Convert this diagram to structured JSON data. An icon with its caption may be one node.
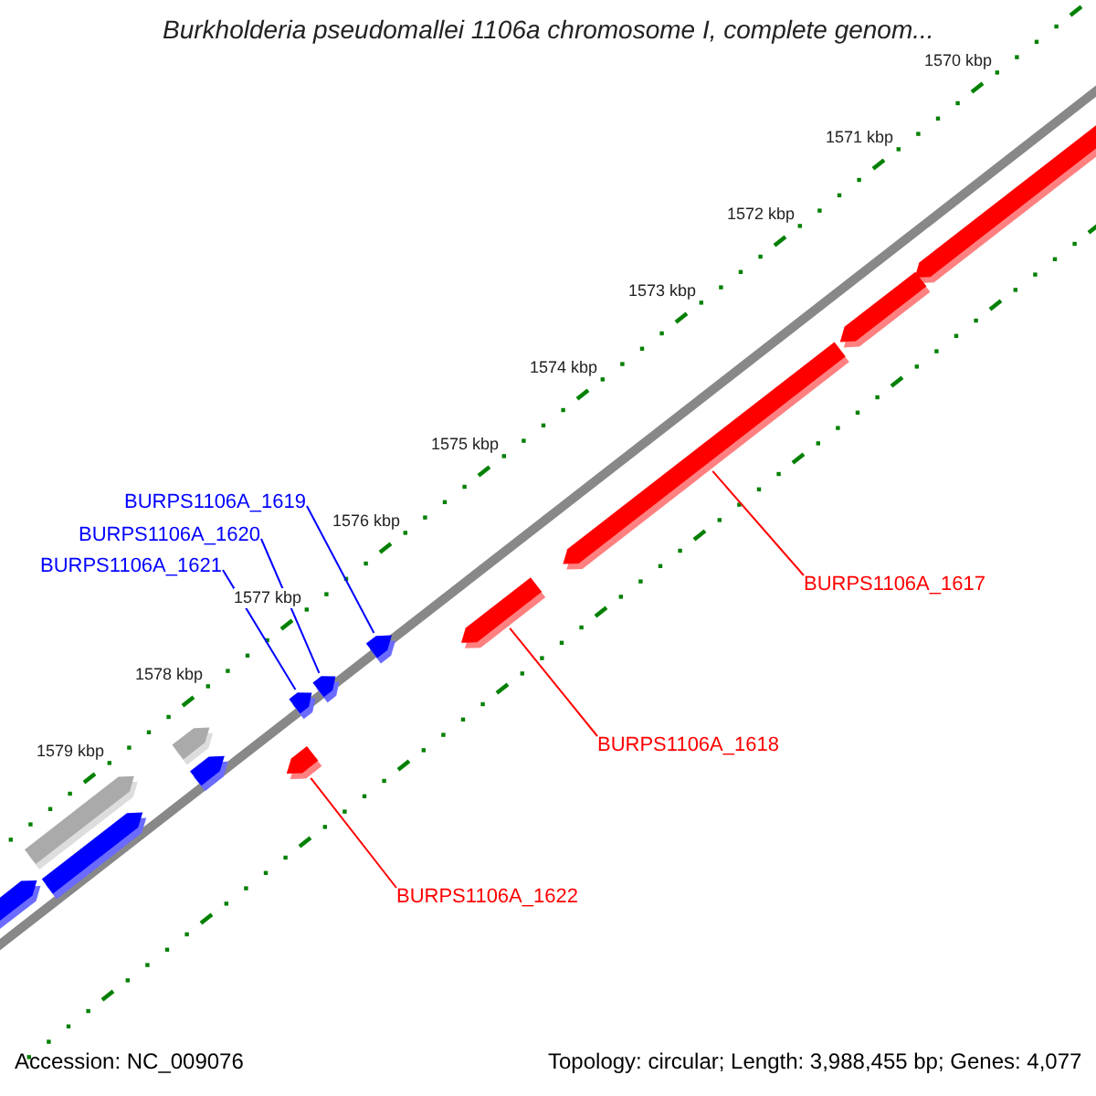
{
  "diagram": {
    "title": "Burkholderia pseudomallei 1106a chromosome I, complete genom...",
    "nodes": [
      {
        "text": [
          "BURPS1106A_1619"
        ]
      },
      {
        "text": [],
        "shape": "arrow"
      },
      {
        "text": [
          "BURPS1106A_1620"
        ]
      },
      {
        "text": [],
        "shape": "arrow"
      },
      {
        "text": [
          "BURPS1106A_1621"
        ]
      },
      {
        "text": [],
        "shape": "arrow"
      },
      {
        "text": [
          "BURPS1106A_1617"
        ]
      },
      {
        "text": [],
        "shape": "arrow"
      },
      {
        "text": [
          "BURPS1106A_1618"
        ]
      },
      {
        "text": [],
        "shape": "arrow"
      },
      {
        "text": [
          "BURPS1106A_1622"
        ]
      },
      {
        "text": [],
        "shape": "arrow"
      },
      {
        "text": [],
        "shape": "arrow"
      },
      {
        "text": [],
        "shape": "arrow"
      },
      {
        "text": [],
        "shape": "arrow"
      },
      {
        "text": [],
        "shape": "arrow"
      },
      {
        "text": [],
        "shape": "arrow"
      },
      {
        "text": [],
        "shape": "arrow"
      },
      {
        "text": [],
        "shape": "arrow"
      }
    ],
    "edges": [
      {
        "from": 0,
        "to": 1,
        "arrow": "none",
        "color": "#0000ff"
      },
      {
        "from": 2,
        "to": 3,
        "arrow": "none",
        "color": "#0000ff"
      },
      {
        "from": 4,
        "to": 5,
        "arrow": "none",
        "color": "#0000ff"
      },
      {
        "from": 6,
        "to": 7,
        "arrow": "none",
        "color": "#ff0000"
      },
      {
        "from": 8,
        "to": 9,
        "arrow": "none",
        "color": "#ff0000"
      },
      {
        "from": 10,
        "to": 11,
        "arrow": "none",
        "color": "#ff0000"
      }
    ],
    "labels": [
      "1570 kbp",
      "1571 kbp",
      "1572 kbp",
      "1573 kbp",
      "1574 kbp",
      "1575 kbp",
      "1576 kbp",
      "1577 kbp",
      "1578 kbp",
      "1579 kbp",
      "Accession: NC_009076",
      "Topology: circular; Length: 3,988,455 bp; Genes: 4,077"
    ]
  }
}
